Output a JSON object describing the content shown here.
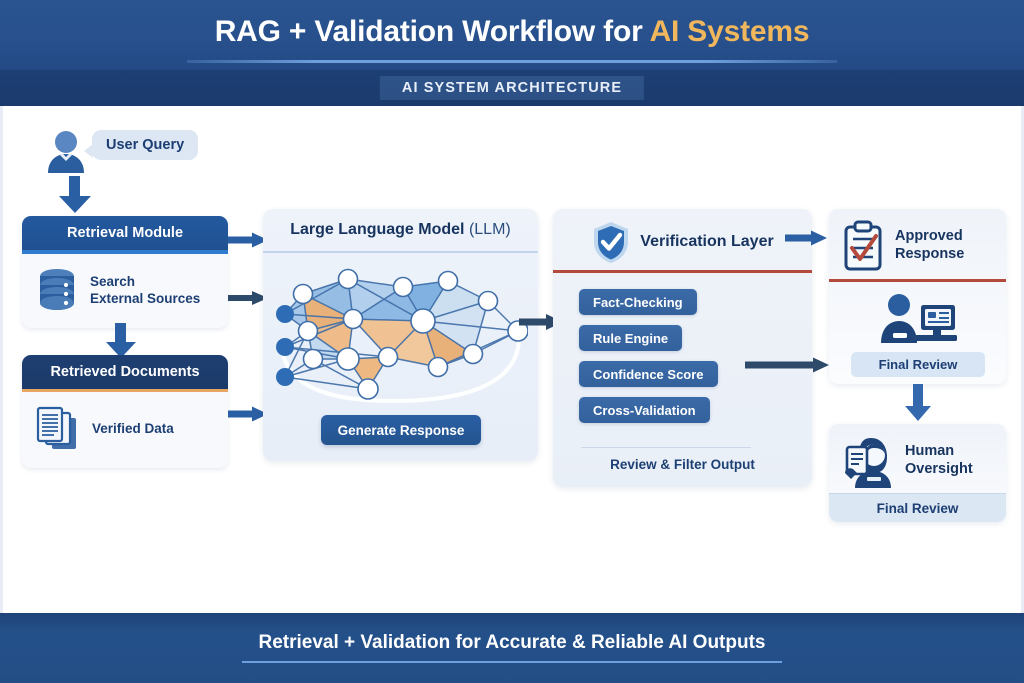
{
  "header": {
    "title_main": "RAG + Validation Workflow for ",
    "title_accent": "AI Systems",
    "subtitle": "AI SYSTEM ARCHITECTURE"
  },
  "footer": {
    "text": "Retrieval + Validation for Accurate & Reliable AI Outputs"
  },
  "diagram": {
    "user": {
      "bubble_label": "User Query",
      "avatar_icon": "user-avatar-icon"
    },
    "retrieval_module": {
      "header": "Retrieval Module",
      "body_label": "Search\nExternal Sources",
      "body_line1": "Search",
      "body_line2": "External Sources",
      "icon": "database-icon",
      "header_color": "#24599f",
      "accent_rule_color": "#2f7bd0"
    },
    "retrieved_documents": {
      "header": "Retrieved Documents",
      "body_label": "Verified Data",
      "icon": "documents-icon",
      "header_color": "#1e3f72",
      "accent_rule_color": "#e7a763"
    },
    "llm": {
      "title_bold": "Large Language Model",
      "title_light": " (LLM)",
      "button_label": "Generate Response",
      "graphic": "neural-network-graphic"
    },
    "verification": {
      "title": "Verification Layer",
      "icon": "shield-check-icon",
      "rule_color": "#b34a3c",
      "chips": [
        "Fact-Checking",
        "Rule Engine",
        "Confidence Score",
        "Cross-Validation"
      ],
      "footer_label": "Review & Filter Output"
    },
    "approved": {
      "title_line1": "Approved",
      "title_line2": "Response",
      "icon": "clipboard-check-icon",
      "secondary_icon": "person-at-computer-icon",
      "chip_label": "Final Review",
      "rule_color": "#b34a3c"
    },
    "human_oversight": {
      "title_line1": "Human",
      "title_line2": "Oversight",
      "icon": "person-with-tablet-icon",
      "footer_label": "Final Review"
    }
  },
  "colors": {
    "navy": "#1d3f74",
    "blue": "#2a5fa4",
    "accent_gold": "#f0b75d",
    "rule_red": "#b34a3c",
    "canvas": "#ffffff"
  }
}
